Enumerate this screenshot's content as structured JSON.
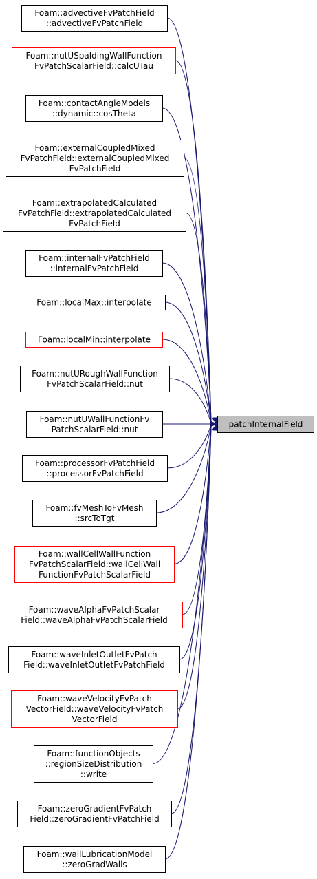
{
  "colors": {
    "edge": "#191970",
    "border_normal": "#000000",
    "border_highlight": "#ff0000",
    "target_fill": "#bfbfbf"
  },
  "target": {
    "label": "patchInternalField"
  },
  "nodes": [
    {
      "lines": [
        "Foam::advectiveFvPatchField",
        "::advectiveFvPatchField"
      ],
      "border": "black"
    },
    {
      "lines": [
        "Foam::nutUSpaldingWallFunction",
        "FvPatchScalarField::calcUTau"
      ],
      "border": "red"
    },
    {
      "lines": [
        "Foam::contactAngleModels",
        "::dynamic::cosTheta"
      ],
      "border": "black"
    },
    {
      "lines": [
        "Foam::externalCoupledMixed",
        "FvPatchField::externalCoupledMixed",
        "FvPatchField"
      ],
      "border": "black"
    },
    {
      "lines": [
        "Foam::extrapolatedCalculated",
        "FvPatchField::extrapolatedCalculated",
        "FvPatchField"
      ],
      "border": "black"
    },
    {
      "lines": [
        "Foam::internalFvPatchField",
        "::internalFvPatchField"
      ],
      "border": "black"
    },
    {
      "lines": [
        "Foam::localMax::interpolate"
      ],
      "border": "black"
    },
    {
      "lines": [
        "Foam::localMin::interpolate"
      ],
      "border": "red"
    },
    {
      "lines": [
        "Foam::nutURoughWallFunction",
        "FvPatchScalarField::nut"
      ],
      "border": "black"
    },
    {
      "lines": [
        "Foam::nutUWallFunctionFv",
        "PatchScalarField::nut"
      ],
      "border": "black"
    },
    {
      "lines": [
        "Foam::processorFvPatchField",
        "::processorFvPatchField"
      ],
      "border": "black"
    },
    {
      "lines": [
        "Foam::fvMeshToFvMesh",
        "::srcToTgt"
      ],
      "border": "black"
    },
    {
      "lines": [
        "Foam::wallCellWallFunction",
        "FvPatchScalarField::wallCellWall",
        "FunctionFvPatchScalarField"
      ],
      "border": "red"
    },
    {
      "lines": [
        "Foam::waveAlphaFvPatchScalar",
        "Field::waveAlphaFvPatchScalarField"
      ],
      "border": "red"
    },
    {
      "lines": [
        "Foam::waveInletOutletFvPatch",
        "Field::waveInletOutletFvPatchField"
      ],
      "border": "black"
    },
    {
      "lines": [
        "Foam::waveVelocityFvPatch",
        "VectorField::waveVelocityFvPatch",
        "VectorField"
      ],
      "border": "red"
    },
    {
      "lines": [
        "Foam::functionObjects",
        "::regionSizeDistribution",
        "::write"
      ],
      "border": "black"
    },
    {
      "lines": [
        "Foam::zeroGradientFvPatch",
        "Field::zeroGradientFvPatchField"
      ],
      "border": "black"
    },
    {
      "lines": [
        "Foam::wallLubricationModel",
        "::zeroGradWalls"
      ],
      "border": "black"
    }
  ]
}
